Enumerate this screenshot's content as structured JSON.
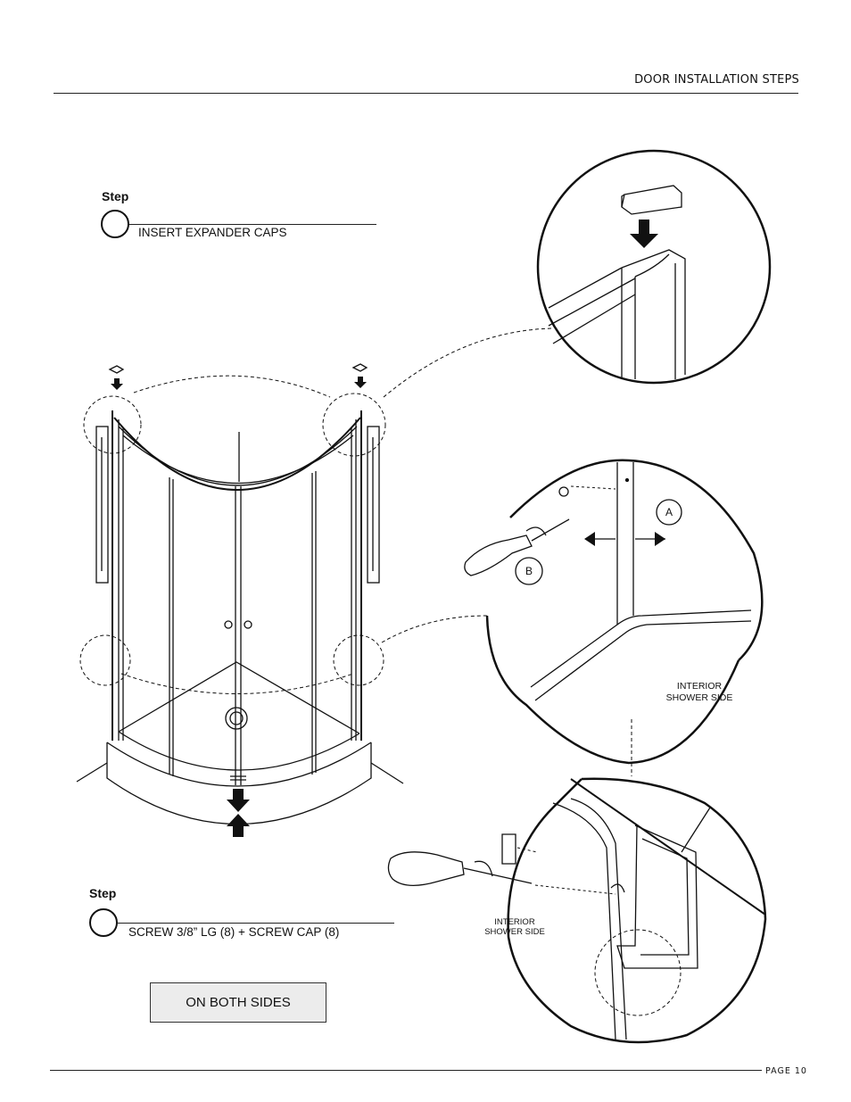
{
  "header": {
    "section_title": "DOOR INSTALLATION STEPS"
  },
  "steps": [
    {
      "label": "Step",
      "instruction": "INSERT EXPANDER CAPS"
    },
    {
      "label": "Step",
      "instruction": "SCREW 3/8” LG (8) + SCREW CAP (8)"
    }
  ],
  "note": {
    "text": "ON BOTH SIDES"
  },
  "callouts": {
    "badge_a": "A",
    "badge_b": "B",
    "interior_side_upper": [
      "INTERIOR",
      "SHOWER SIDE"
    ],
    "interior_side_lower": [
      "INTERIOR",
      "SHOWER SIDE"
    ]
  },
  "footer": {
    "page_number": "PAGE 10"
  },
  "colors": {
    "ink": "#111111",
    "note_fill": "#ececec"
  }
}
